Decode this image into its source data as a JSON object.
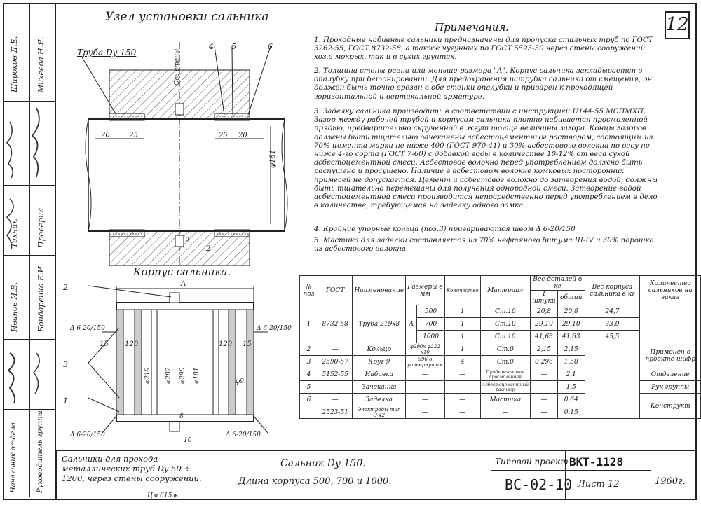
{
  "sheet_number": "12",
  "drawing_title": "Узел установки сальника",
  "pipe_label": "Труба Dу 150",
  "wall_axis_label": "Ось стены",
  "callouts_top": [
    "4",
    "5",
    "6"
  ],
  "dims_top": [
    "20",
    "25",
    "25",
    "20",
    "φ181",
    "2",
    "2"
  ],
  "body_title": "Корпус сальника.",
  "body_callouts": [
    "2",
    "3",
    "1"
  ],
  "body_dims": [
    "A",
    "15",
    "120",
    "120",
    "15",
    "φ219",
    "φ181",
    "φ282",
    "φ290",
    "8",
    "10",
    "φ9"
  ],
  "weld_marks": [
    "Δ 6-20/150",
    "Δ 6-20/150",
    "Δ 6-20/150",
    "Δ 6-20/150"
  ],
  "notes_title": "Примечания:",
  "notes": [
    "1. Проходные набивные сальники предназначены для пропуска стальных труб по ГОСТ 3262-55, ГОСТ 8732-58, а также чугунных по ГОСТ 5525-50 через стены сооружений хоз.в мокрых, так и в сухих грунтах.",
    "2. Толщина стены равна или меньше размера \"A\". Корпус сальника закладывается в опалубку при бетонировании. Для предохранения патрубка сальника от смещения, он должен быть точно врезан в обе стенки опалубки и приварен к проходящей горизонтальной и вертикальной арматуре.",
    "3. Заделку сальника производить в соответствии с инструкцией U144-55 МСПМХП. Зазор между рабочей трубой и корпусом сальника плотно набивается просмоленной прядью, предварительно скрученной в жгут толще величины зазора. Концы зазоров должны быть тщательно зачеканены асбестоцементным раствором, состоящим из 70% цемента марки не ниже 400 (ГОСТ 970-41) и 30% асбестового волокна по весу не ниже 4-го сорта (ГОСТ 7-60) с добавкой воды в количестве 10-12% от веса сухой асбестоцементной смеси. Асбестовое волокно перед употреблением должно быть распушено и просушено. Наличие в асбестовом волокне комковых посторонних примесей не допускается. Цемент и асбестовое волокно до затворения водой, должны быть тщательно перемешаны для получения однородной смеси. Затворение водой асбестоцементной смеси производится непосредственно перед употреблением в дело в количестве, требующемся на заделку одного замка.",
    "4. Крайние упорные кольца (поз.3) привариваются швом Δ 6-20/150",
    "5. Мастика для заделки составляется из 70% нефтяного битума III-IV и 30% порошка из асбестового волокна."
  ],
  "table": {
    "headers": [
      "№ поз",
      "ГОСТ",
      "Наименование",
      "Размеры в мм",
      "Количество",
      "Материал",
      "Вес деталей в кг",
      "1 штуки",
      "общий",
      "Вес корпуса сальника в кг",
      "Количество сальников на заказ"
    ],
    "rows": [
      [
        "1",
        "8732-58",
        "Труба 219x8",
        "A",
        "500",
        "1",
        "Ст.10",
        "20,8",
        "20,8",
        "24,7"
      ],
      [
        "",
        "",
        "",
        "",
        "700",
        "1",
        "Ст.10",
        "29,10",
        "29,10",
        "33,0"
      ],
      [
        "",
        "",
        "",
        "",
        "1000",
        "1",
        "Ст.10",
        "41,63",
        "41,63",
        "45,5"
      ],
      [
        "2",
        "—",
        "Кольцо",
        "φ290x φ222 x10",
        "",
        "1",
        "Ст.0",
        "2,15",
        "2,15",
        ""
      ],
      [
        "3",
        "2590-57",
        "Круг 9",
        "596 в развернутом",
        "",
        "4",
        "Ст.0",
        "0,296",
        "1,58",
        ""
      ],
      [
        "4",
        "5152-55",
        "Набивка",
        "—",
        "",
        "—",
        "Прядь пеньковая просмоленная",
        "—",
        "2,1",
        ""
      ],
      [
        "5",
        "",
        "Зачеканка",
        "—",
        "",
        "—",
        "Асбестоцементный раствор",
        "—",
        "1,5",
        ""
      ],
      [
        "6",
        "—",
        "Заделка",
        "—",
        "",
        "—",
        "Мастика",
        "—",
        "0,64",
        ""
      ],
      [
        "",
        "2523-51",
        "Электроды тип Э-42",
        "—",
        "",
        "—",
        "—",
        "—",
        "0,15",
        ""
      ]
    ],
    "side_labels": [
      "Применен в проекте шифр",
      "Отделение",
      "Рук группы",
      "Конструкт"
    ]
  },
  "sidebar": {
    "names": [
      "Широков Д.Е.",
      "Михеева Н.Я.",
      "Иванов И.В.",
      "Бондаренко Е.И."
    ],
    "roles": [
      "Техник",
      "Проверил",
      "Начальник отдела",
      "Руководитель группы"
    ]
  },
  "title_block": {
    "description": "Сальники для прохода металлических труб Dу 50 ÷ 1200, через стены сооружений.",
    "name_line1": "Сальник Dу 150.",
    "name_line2": "Длина корпуса 500, 700 и 1000.",
    "project_label": "Типовой проект",
    "project_code": "ВКТ-1128",
    "sheet_code": "ВС-02-10",
    "sheet_label": "Лист 12",
    "year": "1960г.",
    "stamp": "Цм 615ж"
  }
}
